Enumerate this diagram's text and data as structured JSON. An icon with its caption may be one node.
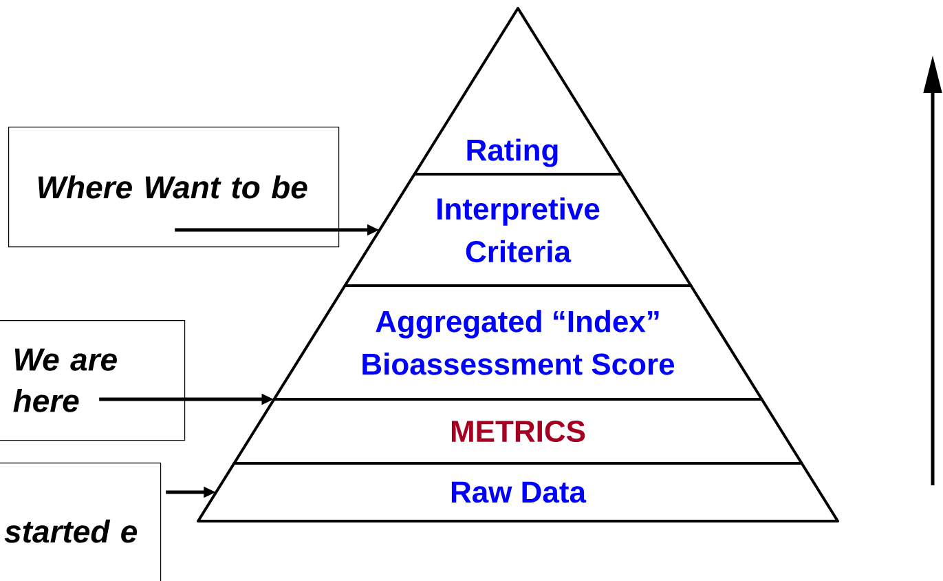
{
  "diagram": {
    "nodes": [
      {
        "text": [
          "Rating"
        ]
      },
      {
        "text": [
          "Interpretive Criteria"
        ]
      },
      {
        "text": [
          "Aggregated “Index” Bioassessment Score"
        ]
      },
      {
        "text": [
          "METRICS"
        ]
      },
      {
        "text": [
          "Raw Data"
        ]
      },
      {
        "text": [
          "Where Want to be"
        ]
      },
      {
        "text": [
          "We are here"
        ]
      },
      {
        "text": [
          "started e"
        ]
      }
    ],
    "edges": [
      {
        "from": 5,
        "to": 1,
        "arrow": "to"
      },
      {
        "from": 6,
        "to": 3,
        "arrow": "to"
      },
      {
        "from": 7,
        "to": 4,
        "arrow": "to"
      }
    ]
  }
}
